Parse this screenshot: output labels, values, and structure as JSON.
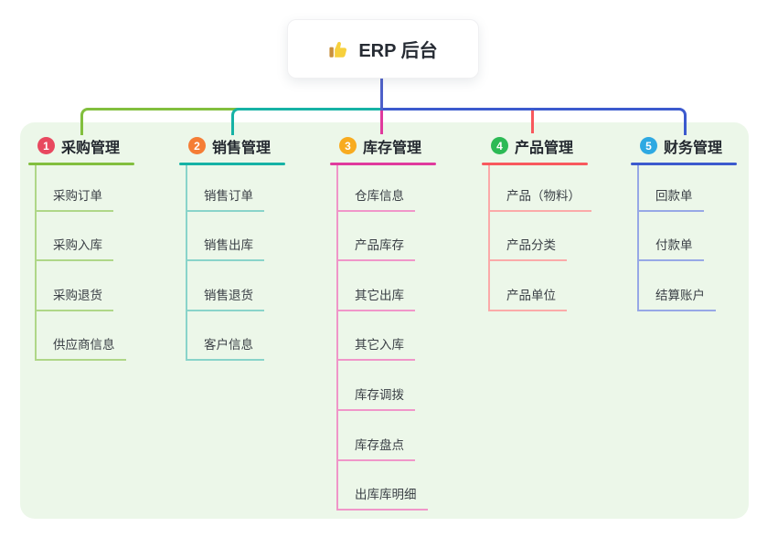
{
  "root": {
    "icon": "thumbs-up-icon",
    "label": "ERP 后台"
  },
  "colors": {
    "page_bg": "#ffffff",
    "panel_bg": "#ecf7e9",
    "stem_line": "#4e60c9",
    "title_text": "#23282f",
    "child_text": "#3b4046"
  },
  "branches": [
    {
      "num": "1",
      "title": "采购管理",
      "badge_color": "#e8485f",
      "line_color": "#82bf3e",
      "child_line_color": "#afd788",
      "children": [
        "采购订单",
        "采购入库",
        "采购退货",
        "供应商信息"
      ]
    },
    {
      "num": "2",
      "title": "销售管理",
      "badge_color": "#f57d35",
      "line_color": "#16b2a5",
      "child_line_color": "#89d4ca",
      "children": [
        "销售订单",
        "销售出库",
        "销售退货",
        "客户信息"
      ]
    },
    {
      "num": "3",
      "title": "库存管理",
      "badge_color": "#f8ab1f",
      "line_color": "#e03a9d",
      "child_line_color": "#f096c9",
      "children": [
        "仓库信息",
        "产品库存",
        "其它出库",
        "其它入库",
        "库存调拨",
        "库存盘点",
        "出库库明细"
      ]
    },
    {
      "num": "4",
      "title": "产品管理",
      "badge_color": "#2cba55",
      "line_color": "#f8585d",
      "child_line_color": "#fbaaa9",
      "children": [
        "产品（物料）",
        "产品分类",
        "产品单位"
      ]
    },
    {
      "num": "5",
      "title": "财务管理",
      "badge_color": "#3c5ace",
      "line_color": "#3c5ace",
      "child_line_color": "#97a8e6",
      "badge_color_override": "#2ea9e2",
      "children": [
        "回款单",
        "付款单",
        "结算账户"
      ]
    }
  ]
}
